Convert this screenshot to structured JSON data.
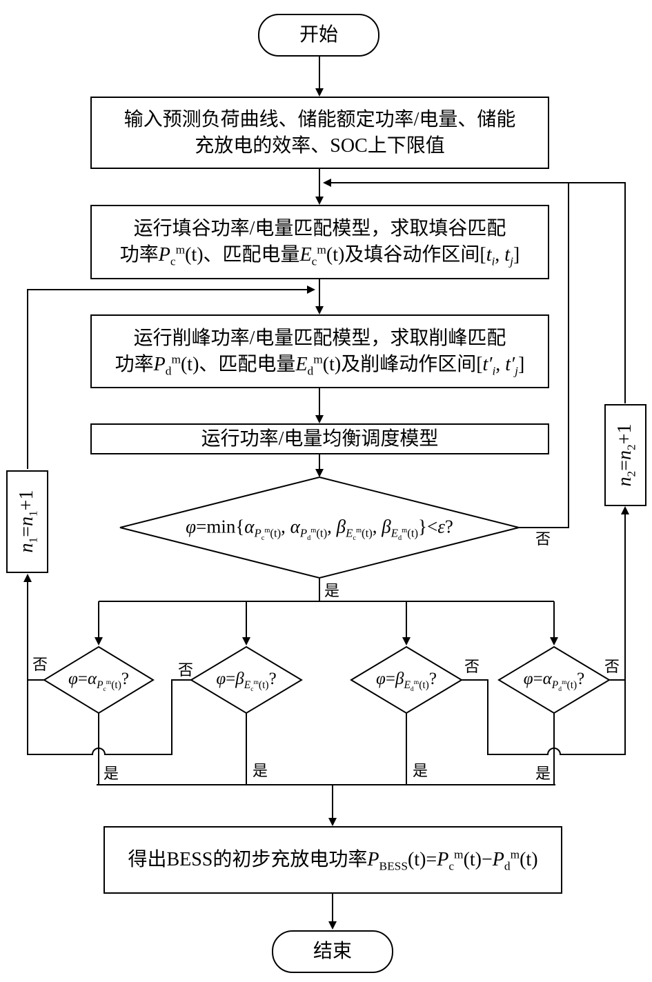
{
  "start": {
    "label": "开始"
  },
  "end": {
    "label": "结束"
  },
  "input_box": {
    "line1": "输入预测负荷曲线、储能额定功率/电量、储能",
    "line2": "充放电的效率、SOC上下限值"
  },
  "valley_box": {
    "line1": "运行填谷功率/电量匹配模型，求取填谷匹配",
    "line2_pre": "功率",
    "line2_mid1": "、匹配电量",
    "line2_mid2": "及填谷动作区间",
    "P_sym": "P",
    "E_sym": "E",
    "m": "m",
    "c": "c",
    "t_arg": "(t)",
    "t_open": "[",
    "ti": "t",
    "i": "i",
    "comma": ", ",
    "tj": "t",
    "j": "j",
    "t_close": "]"
  },
  "peak_box": {
    "line1": "运行削峰功率/电量匹配模型，求取削峰匹配",
    "line2_pre": "功率",
    "line2_mid1": "、匹配电量",
    "line2_mid2": "及削峰动作区间",
    "P_sym": "P",
    "E_sym": "E",
    "m": "m",
    "d": "d",
    "t_arg": "(t)",
    "t_open": "[",
    "ti": "t′",
    "i": "i",
    "comma": ", ",
    "tj": "t′",
    "j": "j",
    "t_close": "]"
  },
  "balance_box": {
    "label": "运行功率/电量均衡调度模型"
  },
  "main_decision": {
    "phi": "φ",
    "eq_min": "=min{",
    "alpha": "α",
    "beta": "β",
    "P": "P",
    "E": "E",
    "m": "m",
    "c": "c",
    "d": "d",
    "t": "(t)",
    "sep": ", ",
    "close": "}<",
    "eps": "ε",
    "q": "?"
  },
  "sub_decisions": [
    {
      "greek": "α",
      "sym": "P",
      "sub": "c"
    },
    {
      "greek": "β",
      "sym": "E",
      "sub": "c"
    },
    {
      "greek": "β",
      "sym": "E",
      "sub": "d"
    },
    {
      "greek": "α",
      "sym": "P",
      "sub": "d"
    }
  ],
  "sub_common": {
    "phi": "φ",
    "eq": "=",
    "m": "m",
    "t": "(t)",
    "q": "?"
  },
  "n1_box": {
    "n": "n",
    "sub": "1",
    "eq": "=",
    "plus": "+1"
  },
  "n2_box": {
    "n": "n",
    "sub": "2",
    "eq": "=",
    "plus": "+1"
  },
  "result_box": {
    "pre": "得出BESS的初步充放电功率",
    "P": "P",
    "bess": "BESS",
    "t": "(t)",
    "eq": "=",
    "minus": "−",
    "m": "m",
    "c": "c",
    "d": "d"
  },
  "branch_labels": {
    "yes": "是",
    "no": "否"
  }
}
